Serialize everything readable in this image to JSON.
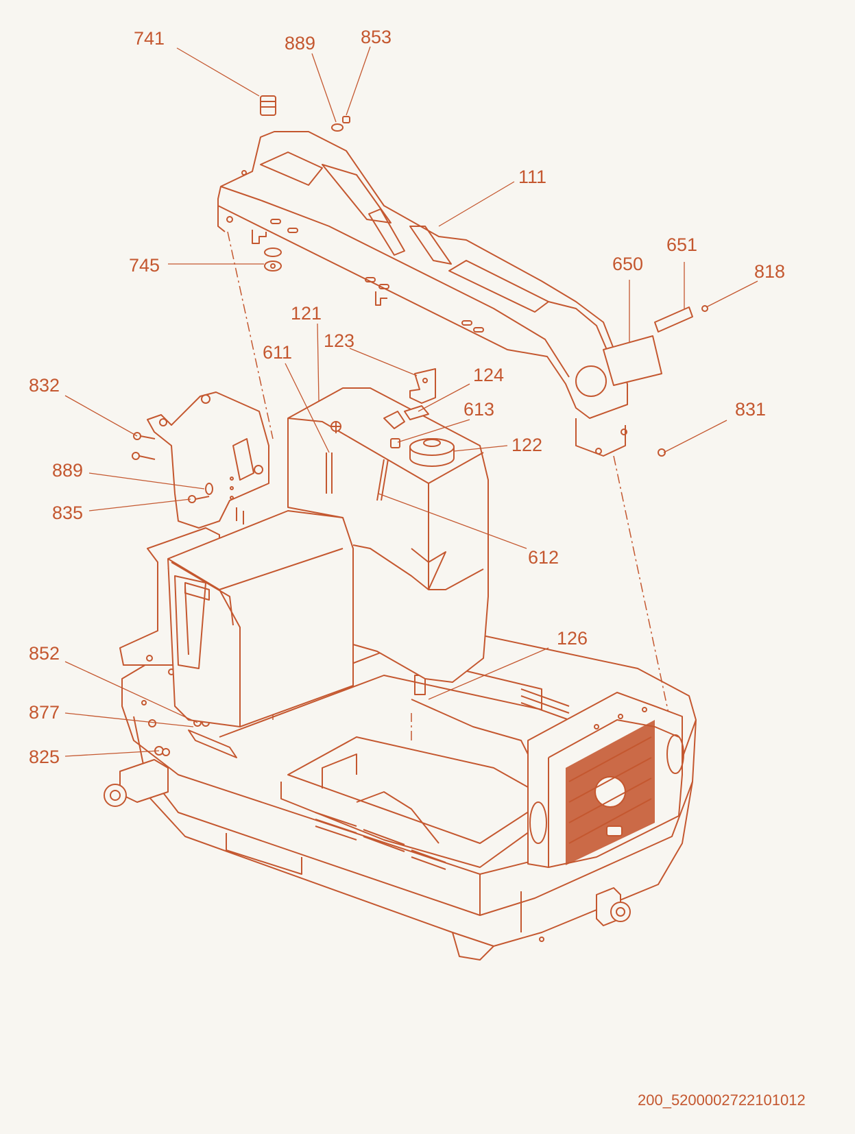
{
  "callouts": [
    {
      "id": "741"
    },
    {
      "id": "889"
    },
    {
      "id": "853"
    },
    {
      "id": "111"
    },
    {
      "id": "745"
    },
    {
      "id": "651"
    },
    {
      "id": "650"
    },
    {
      "id": "818"
    },
    {
      "id": "121"
    },
    {
      "id": "123"
    },
    {
      "id": "611"
    },
    {
      "id": "124"
    },
    {
      "id": "832"
    },
    {
      "id": "613"
    },
    {
      "id": "831"
    },
    {
      "id": "122"
    },
    {
      "id": "889"
    },
    {
      "id": "835"
    },
    {
      "id": "612"
    },
    {
      "id": "126"
    },
    {
      "id": "852"
    },
    {
      "id": "877"
    },
    {
      "id": "825"
    }
  ],
  "document_id": "200_5200002722101012",
  "colors": {
    "accent": "#c4572f",
    "background": "#f8f6f1"
  }
}
